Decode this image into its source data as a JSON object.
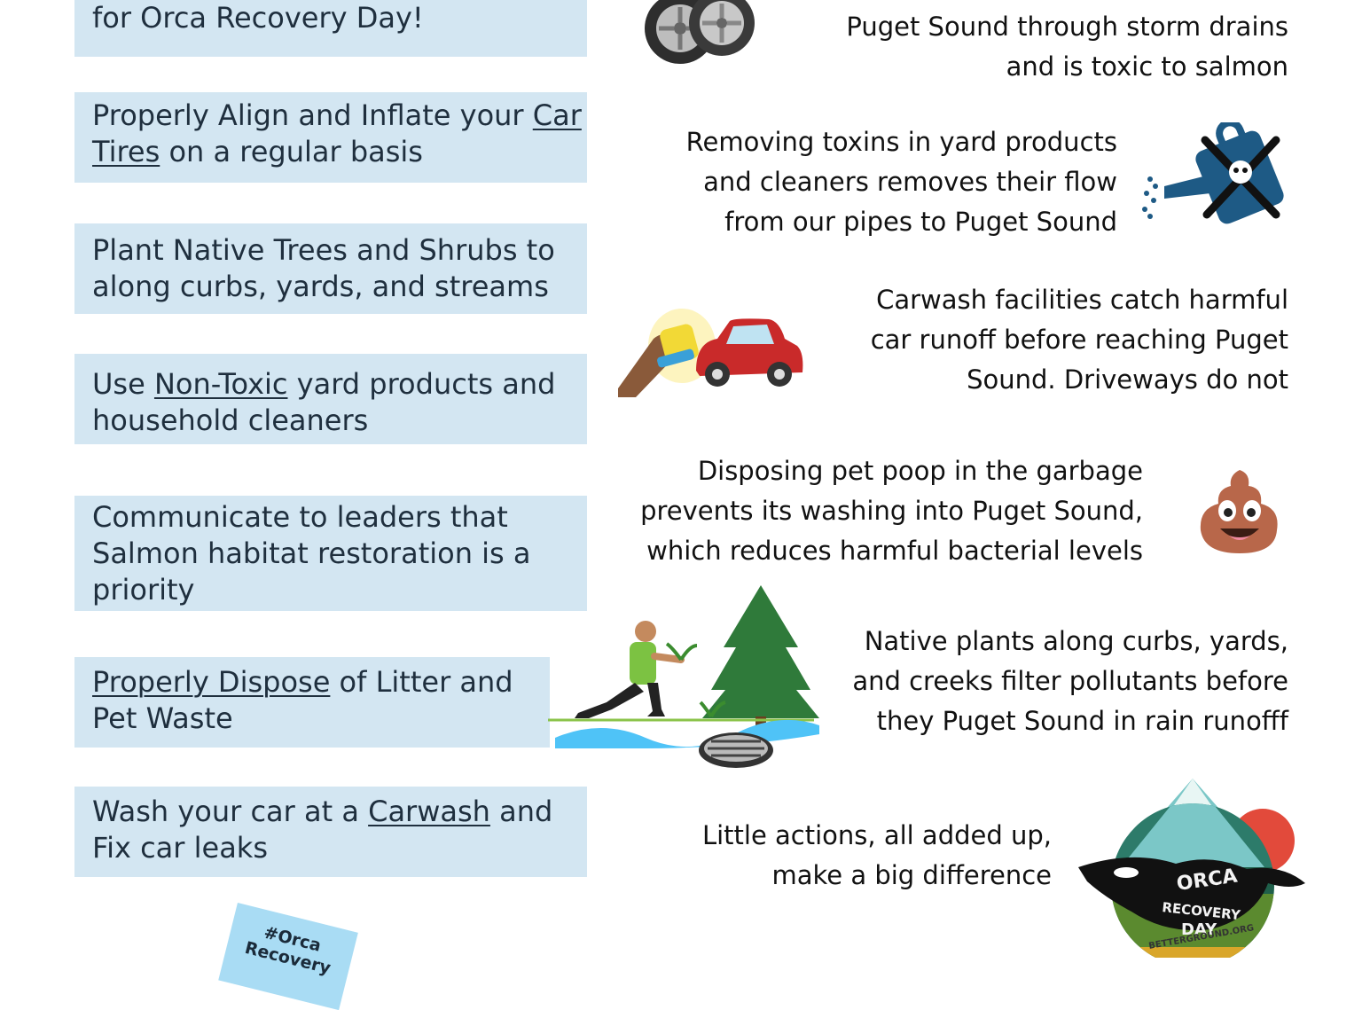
{
  "actions": [
    {
      "pre": "for Orca Recovery Day!",
      "link": "",
      "post": ""
    },
    {
      "pre": "Properly Align and Inflate your ",
      "link": "Car Tires",
      "post": " on a regular basis"
    },
    {
      "pre": "Plant Native Trees and Shrubs to along curbs, yards, and streams",
      "link": "",
      "post": ""
    },
    {
      "pre": "Use ",
      "link": "Non-Toxic",
      "post": " yard products and household cleaners"
    },
    {
      "pre": "Communicate to leaders that Salmon habitat restoration is a priority",
      "link": "",
      "post": ""
    },
    {
      "pre": "",
      "link": "Properly Dispose",
      "post": " of Litter and Pet Waste"
    },
    {
      "pre": "Wash your car at a ",
      "link": "Carwash",
      "post": " and Fix car leaks"
    }
  ],
  "facts": {
    "tires_l1": "Puget Sound through storm drains",
    "tires_l2": "and is toxic to salmon",
    "toxins_l1": "Removing toxins in yard products",
    "toxins_l2": "and cleaners removes their flow",
    "toxins_l3": "from our pipes to Puget Sound",
    "carwash_l1": "Carwash facilities catch harmful",
    "carwash_l2": "car runoff before reaching Puget",
    "carwash_l3": "Sound. Driveways do not",
    "poop_l1": "Disposing pet poop in the garbage",
    "poop_l2": "prevents its washing into Puget Sound,",
    "poop_l3": "which reduces harmful bacterial levels",
    "plants_l1": "Native plants along curbs, yards,",
    "plants_l2": "and creeks filter pollutants before",
    "plants_l3": "they Puget Sound in rain runofff",
    "closing_l1": "Little actions, all added up,",
    "closing_l2": "make a big difference"
  },
  "hashtag": {
    "l1": "#Orca",
    "l2": "Recovery"
  },
  "logo": {
    "l1": "ORCA",
    "l2": "RECOVERY",
    "l3": "DAY",
    "url": "BETTERGROUND.ORG"
  }
}
